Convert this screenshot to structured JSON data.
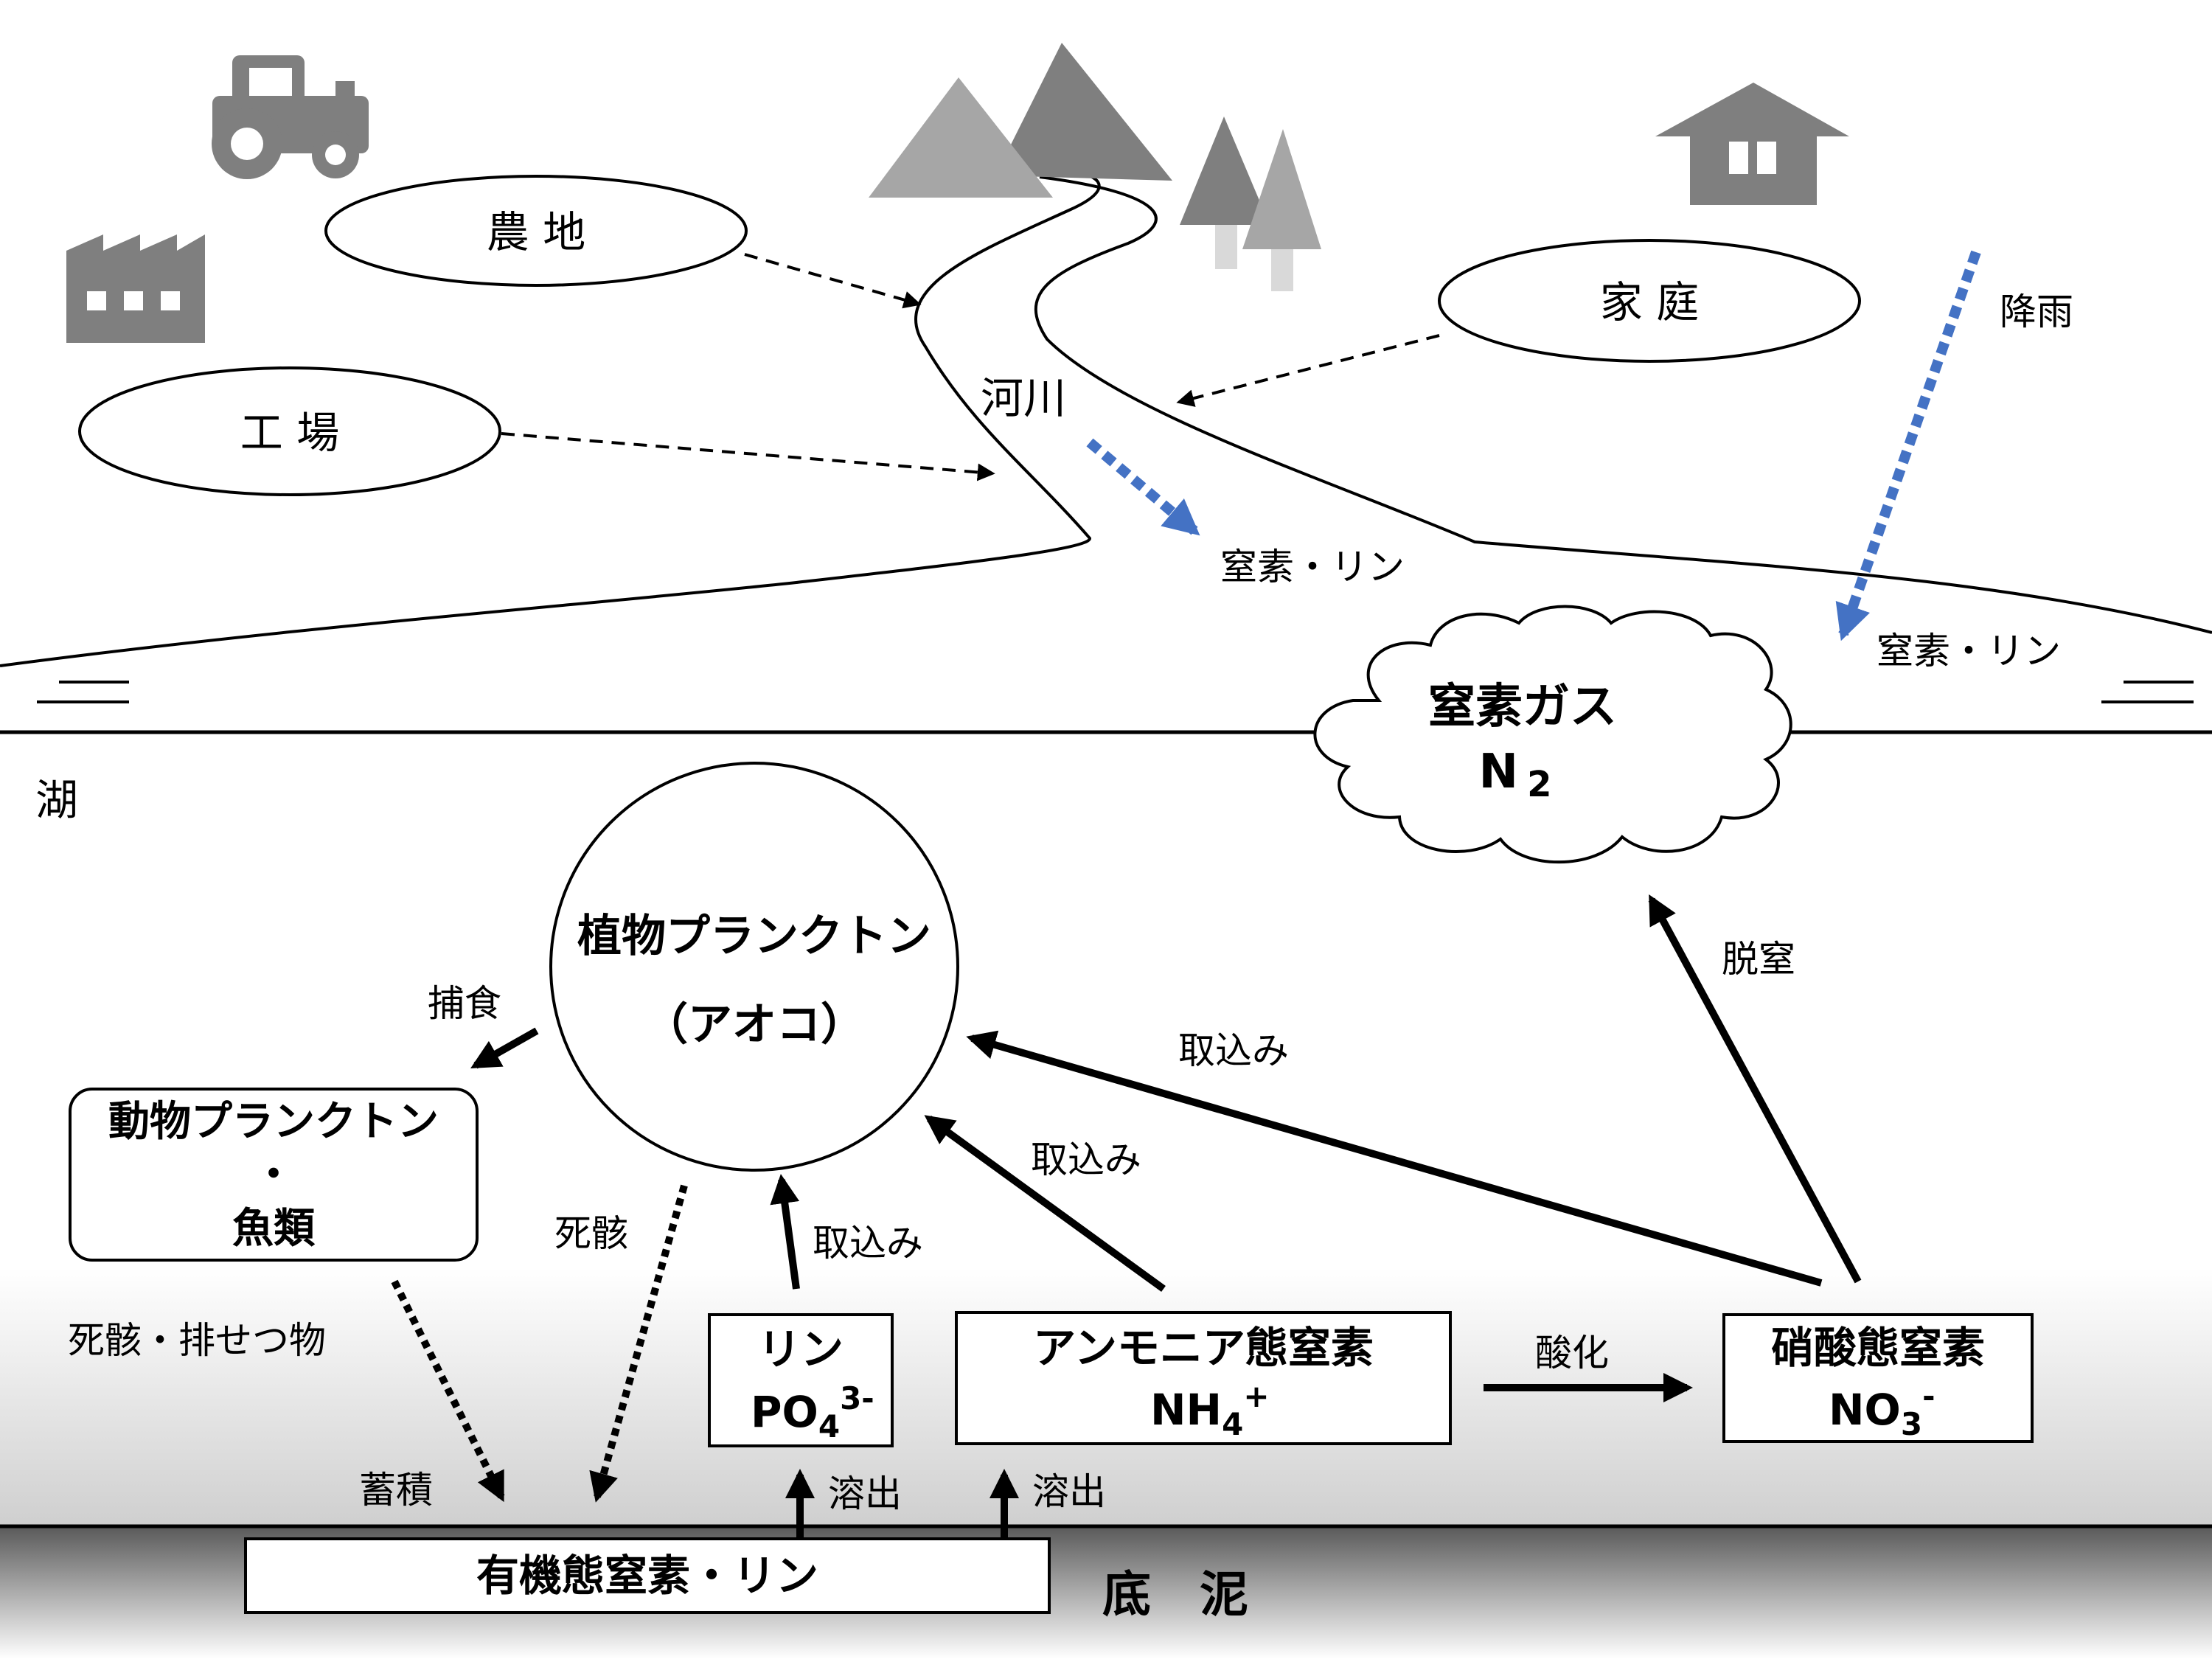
{
  "colors": {
    "icon_gray": "#7f7f7f",
    "mountain_light": "#a6a6a6",
    "mountain_dark": "#7f7f7f",
    "rain_arrow": "#4472c4",
    "sediment_dark": "#595959"
  },
  "icons": {
    "tractor": "tractor-icon",
    "factory": "factory-icon",
    "house": "house-icon",
    "mountains": "mountain-icon",
    "trees": "tree-icon"
  },
  "sources": {
    "farmland": "農 地",
    "factory": "工 場",
    "household": "家 庭"
  },
  "labels": {
    "river": "河川",
    "rain": "降雨",
    "river_nutrients": "窒素・リン",
    "rain_nutrients": "窒素・リン",
    "lake": "湖",
    "sediment": "底　泥"
  },
  "nitrogen_gas": {
    "name": "窒素ガス",
    "formula_main": "N",
    "formula_sub": "2"
  },
  "phytoplankton": {
    "name": "植物プランクトン",
    "alias": "（アオコ）"
  },
  "zooplankton": {
    "line1": "動物プランクトン",
    "line2": "・",
    "line3": "魚類"
  },
  "phosphorus": {
    "name": "リン",
    "formula_main": "PO",
    "formula_sub": "4",
    "formula_sup": "3-"
  },
  "ammonium": {
    "name": "アンモニア態窒素",
    "formula_main": "NH",
    "formula_sub": "4",
    "formula_sup": "+"
  },
  "nitrate": {
    "name": "硝酸態窒素",
    "formula_main": "NO",
    "formula_sub": "3",
    "formula_sup": "-"
  },
  "organic": {
    "name": "有機態窒素・リン"
  },
  "processes": {
    "predation": "捕食",
    "remains_phyto": "死骸",
    "remains_excreta": "死骸・排せつ物",
    "accumulation": "蓄積",
    "uptake_phosphorus": "取込み",
    "uptake_ammonium": "取込み",
    "uptake_nitrate": "取込み",
    "denitrification": "脱窒",
    "oxidation": "酸化",
    "elution_phosphorus": "溶出",
    "elution_ammonium": "溶出"
  }
}
